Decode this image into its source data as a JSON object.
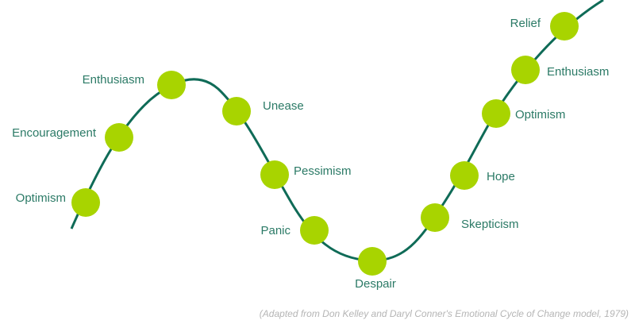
{
  "colors": {
    "curve": "#0f6b57",
    "dot": "#a8d400",
    "label": "#2b7a66",
    "caption": "#b5b5b5"
  },
  "stages": [
    "Optimism",
    "Encouragement",
    "Enthusiasm",
    "Unease",
    "Pessimism",
    "Panic",
    "Despair",
    "Skepticism",
    "Hope",
    "Optimism",
    "Enthusiasm",
    "Relief"
  ],
  "caption": "(Adapted from Don Kelley and Daryl Conner's Emotional Cycle of Change model, 1979)"
}
